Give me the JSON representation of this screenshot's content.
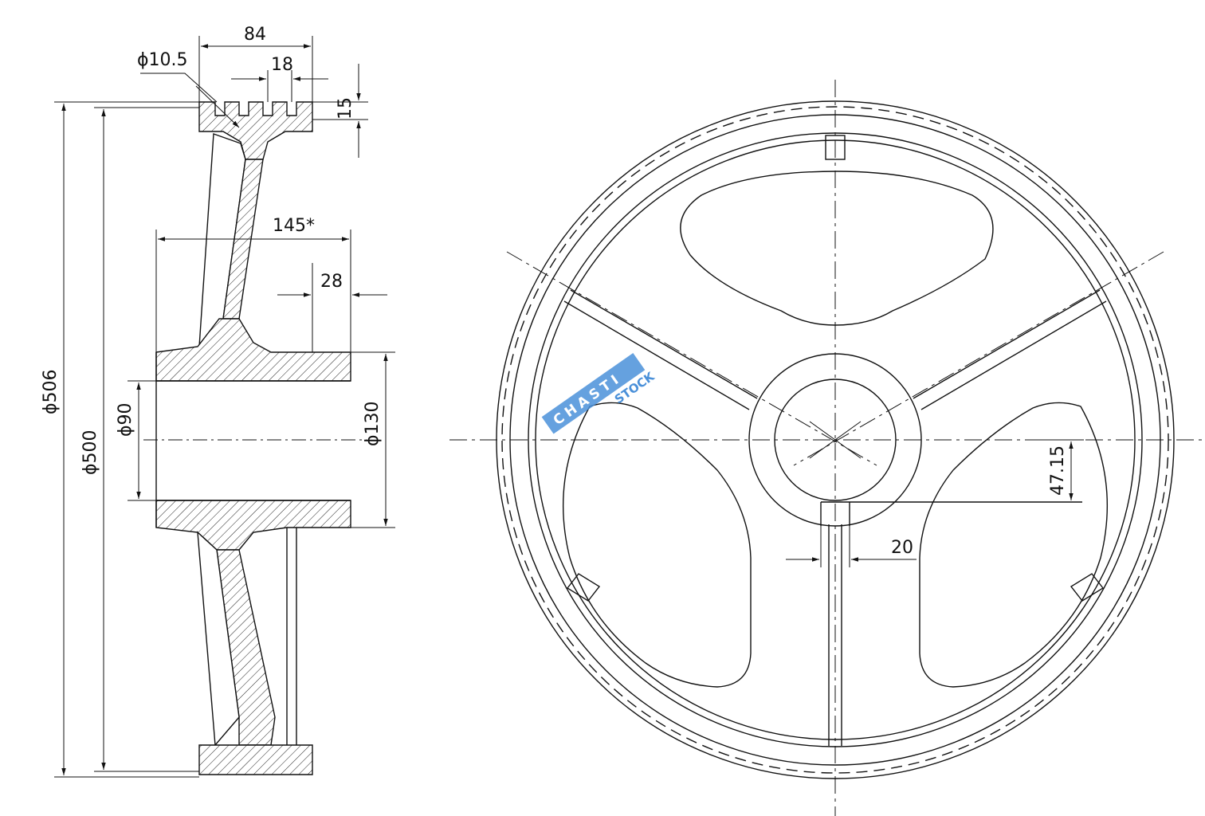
{
  "section_view": {
    "dim_hub_length": "145*",
    "dim_rim_width": "84",
    "dim_groove_pitch": "18",
    "dim_groove_depth": "15",
    "dim_groove_dia": "ϕ10.5",
    "dim_hub_offset": "28",
    "dim_outer_dia": "ϕ506",
    "dim_pitch_dia": "ϕ500",
    "dim_bore_dia": "ϕ90",
    "dim_hub_dia": "ϕ130"
  },
  "front_view": {
    "dim_rib_width": "20",
    "dim_rib_offset": "47.15"
  },
  "watermark": {
    "brand": "CHASTI",
    "sub": "STOCK"
  }
}
